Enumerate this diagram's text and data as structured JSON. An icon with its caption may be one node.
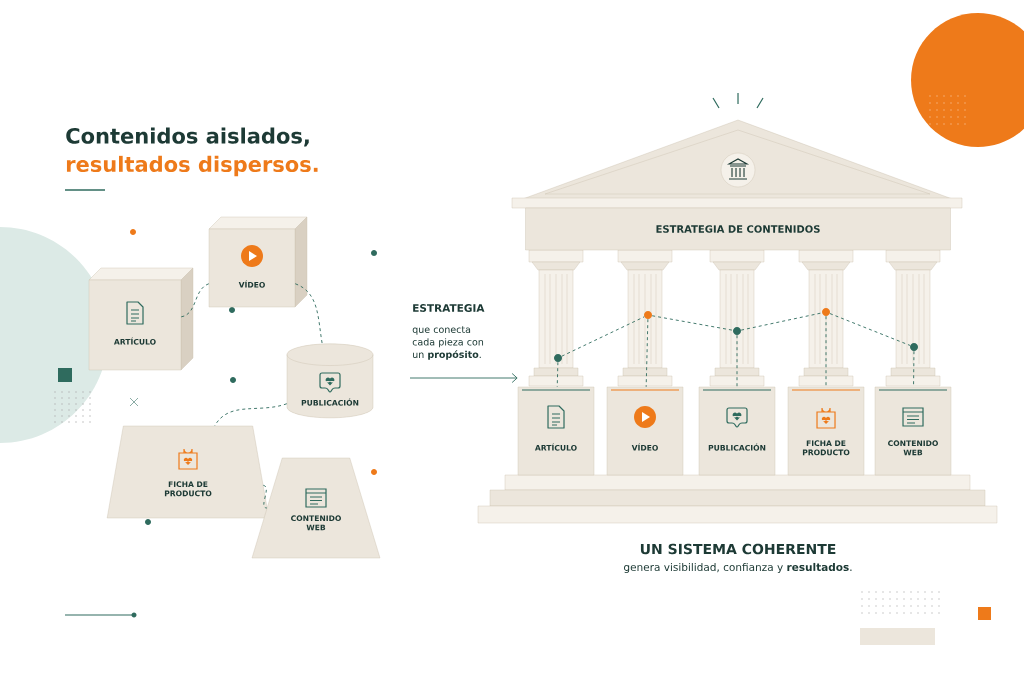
{
  "diagram": {
    "nodes": [
      {
        "text": [
          "ARTÍCULO"
        ]
      },
      {
        "text": [
          "VÍDEO"
        ]
      },
      {
        "text": [
          "PUBLICACIÓN"
        ]
      },
      {
        "text": [
          "FICHA DE PRODUCTO"
        ]
      },
      {
        "text": [
          "CONTENIDO WEB"
        ]
      },
      {
        "text": [
          "ESTRATEGIA DE CONTENIDOS"
        ]
      },
      {
        "text": [
          "ARTÍCULO"
        ]
      },
      {
        "text": [
          "VÍDEO"
        ]
      },
      {
        "text": [
          "PUBLICACIÓN"
        ]
      },
      {
        "text": [
          "FICHA DE PRODUCTO"
        ]
      },
      {
        "text": [
          "CONTENIDO WEB"
        ]
      },
      {
        "text": [],
        "shape": "circle"
      },
      {
        "text": [],
        "shape": "circle"
      },
      {
        "text": [],
        "shape": "circle"
      },
      {
        "text": [],
        "shape": "circle"
      },
      {
        "text": [],
        "shape": "circle"
      }
    ],
    "edges": [
      {
        "from": 0,
        "to": 1,
        "arrow": "none",
        "style": "dashed"
      },
      {
        "from": 1,
        "to": 2,
        "arrow": "none",
        "style": "dashed"
      },
      {
        "from": 2,
        "to": 3,
        "arrow": "none",
        "style": "dashed"
      },
      {
        "from": 3,
        "to": 4,
        "arrow": "none",
        "style": "dashed"
      },
      {
        "from": null,
        "to": 6,
        "arrow": "to"
      },
      {
        "from": 11,
        "to": 12,
        "arrow": "none",
        "style": "dashed"
      },
      {
        "from": 12,
        "to": 13,
        "arrow": "none",
        "style": "dashed"
      },
      {
        "from": 13,
        "to": 14,
        "arrow": "none",
        "style": "dashed"
      },
      {
        "from": 14,
        "to": 15,
        "arrow": "none",
        "style": "dashed"
      },
      {
        "from": 11,
        "to": 6,
        "arrow": "none",
        "style": "dashed"
      },
      {
        "from": 12,
        "to": 7,
        "arrow": "none",
        "style": "dashed"
      },
      {
        "from": 13,
        "to": 8,
        "arrow": "none",
        "style": "dashed"
      },
      {
        "from": 14,
        "to": 9,
        "arrow": "none",
        "style": "dashed"
      },
      {
        "from": 15,
        "to": 10,
        "arrow": "none",
        "style": "dashed"
      }
    ],
    "labels": [
      "Contenidos aislados,",
      "resultados dispersos.",
      "ESTRATEGIA",
      "que conecta cada pieza con un **propósito**.",
      "UN SISTEMA COHERENTE",
      "genera visibilidad, confianza y **resultados**."
    ]
  }
}
